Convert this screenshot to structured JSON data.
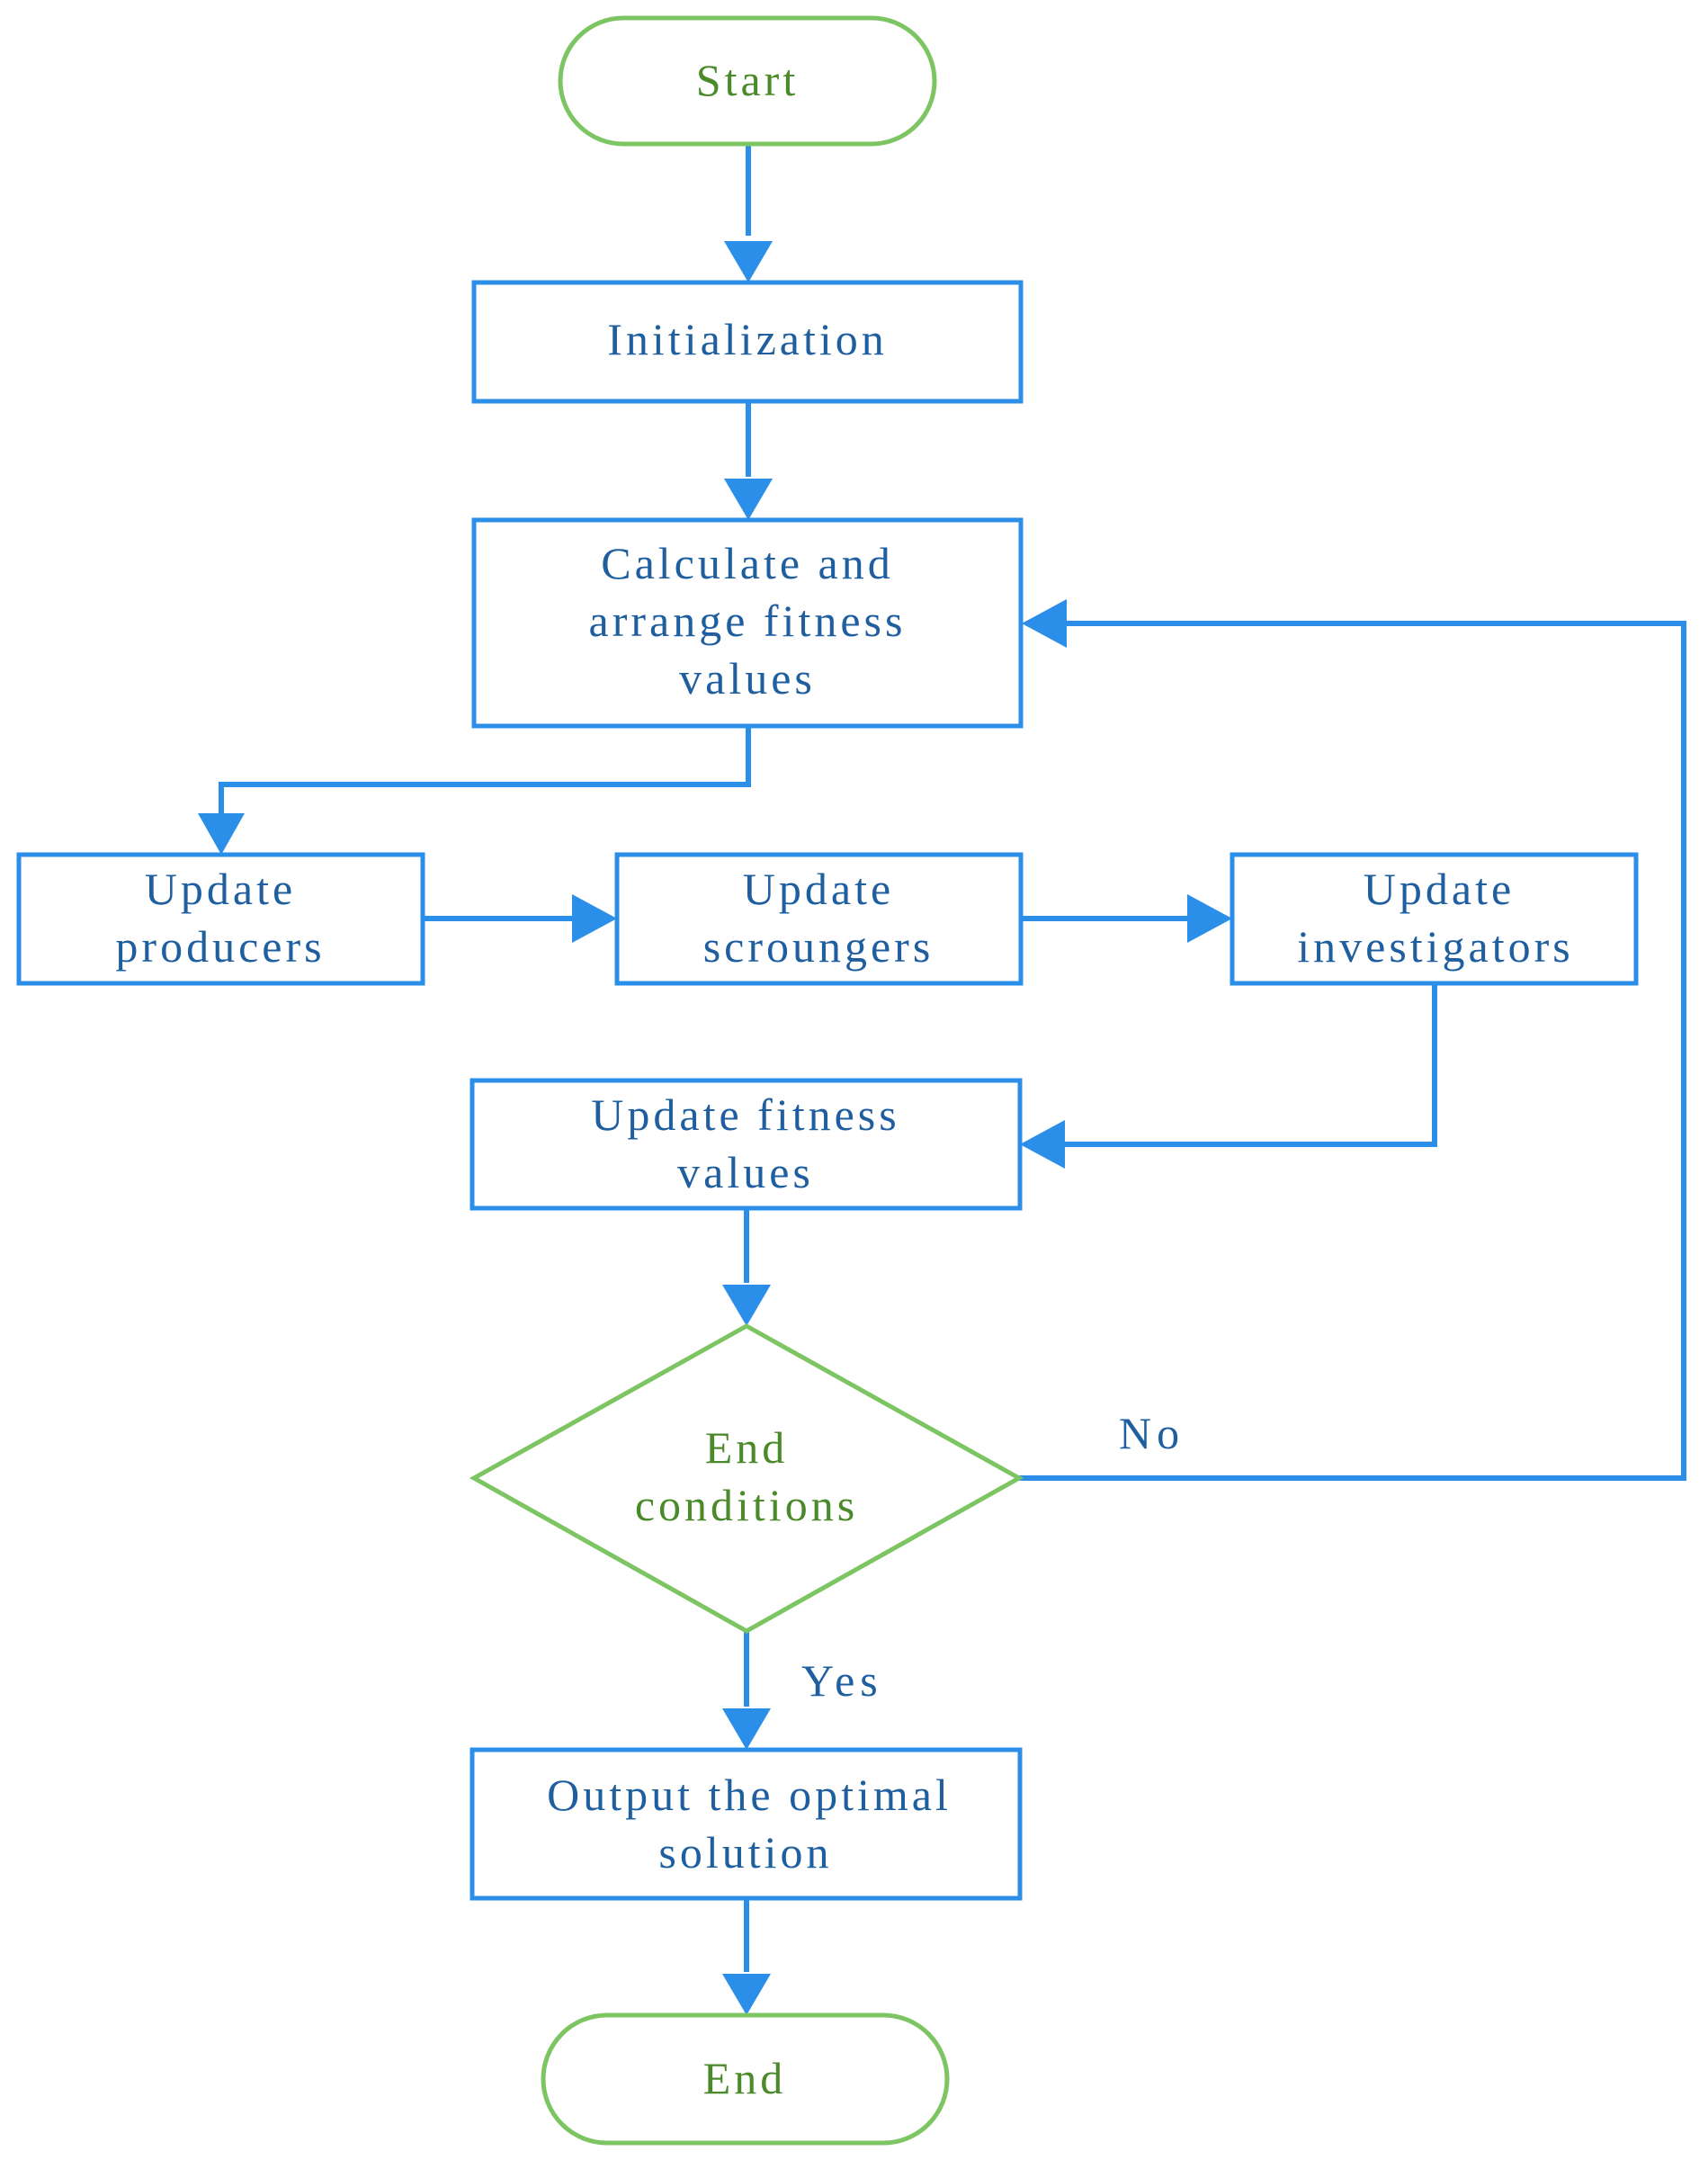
{
  "colors": {
    "process_stroke": "#2b8ee8",
    "terminal_stroke": "#7dc563",
    "arrow": "#2b8ee8",
    "process_text": "#1f5fa0",
    "terminal_text": "#4a8a2a"
  },
  "nodes": {
    "start": {
      "lines": [
        "Start"
      ]
    },
    "initialization": {
      "lines": [
        "Initialization"
      ]
    },
    "calculate": {
      "lines": [
        "Calculate and",
        "arrange fitness",
        "values"
      ]
    },
    "producers": {
      "lines": [
        "Update",
        "producers"
      ]
    },
    "scroungers": {
      "lines": [
        "Update",
        "scroungers"
      ]
    },
    "investigators": {
      "lines": [
        "Update",
        "investigators"
      ]
    },
    "update_fitness": {
      "lines": [
        "Update fitness",
        "values"
      ]
    },
    "end_conditions": {
      "lines": [
        "End",
        "conditions"
      ]
    },
    "output": {
      "lines": [
        "Output the optimal",
        "solution"
      ]
    },
    "end": {
      "lines": [
        "End"
      ]
    }
  },
  "edge_labels": {
    "no": "No",
    "yes": "Yes"
  }
}
